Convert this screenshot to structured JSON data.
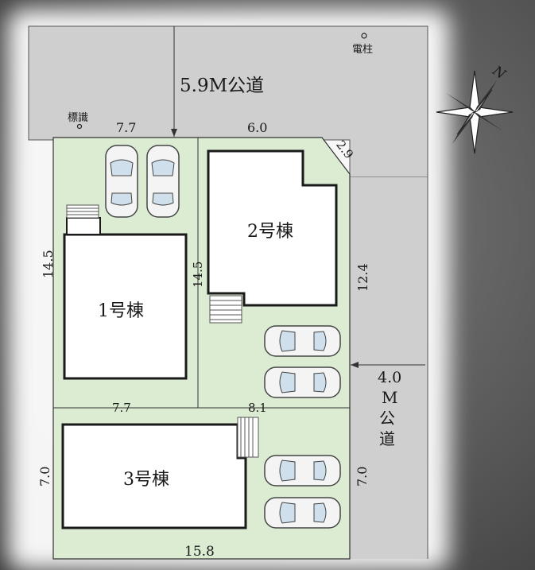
{
  "roads": {
    "north": "5.9M公道",
    "east": [
      "4.0",
      "M",
      "公",
      "道"
    ]
  },
  "landmarks": {
    "pole": "電柱",
    "sign": "標識"
  },
  "compass": {
    "north": "N"
  },
  "buildings": {
    "b1": "1号棟",
    "b2": "2号棟",
    "b3": "3号棟"
  },
  "dims": {
    "top_left": "7.7",
    "top_right": "6.0",
    "corner": "2.9",
    "left": "14.5",
    "middle": "14.5",
    "right": "12.4",
    "mid_left": "7.7",
    "mid_right": "8.1",
    "bottom_left": "7.0",
    "bottom_right": "7.0",
    "bottom": "15.8"
  },
  "colors": {
    "road": "#cfcfcf",
    "lot": "#dcecd3",
    "building": "#ffffff",
    "outline": "#1a1a1a"
  }
}
